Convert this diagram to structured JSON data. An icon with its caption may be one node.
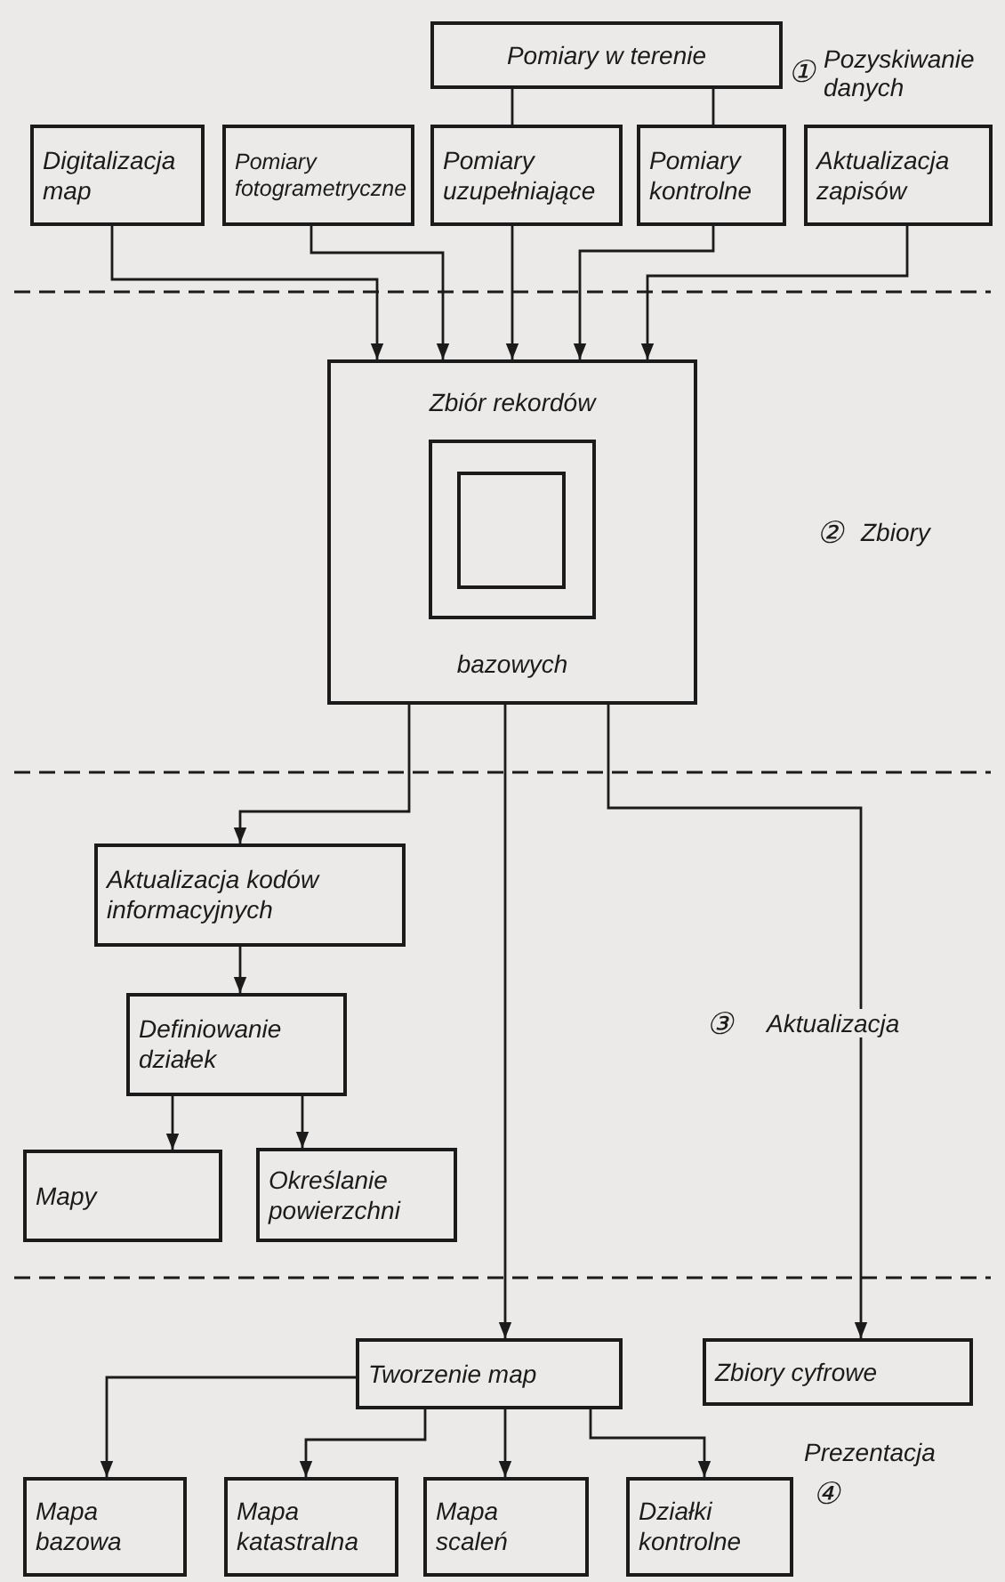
{
  "diagram": {
    "nodes": [
      {
        "text": [
          "Pomiary w terenie"
        ]
      },
      {
        "text": [
          "Digitalizacja map"
        ]
      },
      {
        "text": [
          "Pomiary fotogrametryczne"
        ]
      },
      {
        "text": [
          "Pomiary uzupełniające"
        ]
      },
      {
        "text": [
          "Pomiary kontrolne"
        ]
      },
      {
        "text": [
          "Aktualizacja zapisów"
        ]
      },
      {
        "text": [
          "Zbiór rekordów",
          "bazowych"
        ]
      },
      {
        "text": [],
        "shape": "box",
        "in": 6
      },
      {
        "text": [],
        "shape": "box",
        "in": 7
      },
      {
        "text": [
          "Aktualizacja kodów informacyjnych"
        ]
      },
      {
        "text": [
          "Definiowanie działek"
        ]
      },
      {
        "text": [
          "Mapy"
        ]
      },
      {
        "text": [
          "Określanie powierzchni"
        ]
      },
      {
        "text": [
          "Tworzenie map"
        ]
      },
      {
        "text": [
          "Zbiory cyfrowe"
        ]
      },
      {
        "text": [
          "Mapa bazowa"
        ]
      },
      {
        "text": [
          "Mapa katastralna"
        ]
      },
      {
        "text": [
          "Mapa scaleń"
        ]
      },
      {
        "text": [
          "Działki kontrolne"
        ]
      }
    ],
    "edges": [
      {
        "from": 0,
        "to": 3,
        "arrow": "none"
      },
      {
        "from": 0,
        "to": 4,
        "arrow": "none"
      },
      {
        "from": 1,
        "to": 6,
        "arrow": "to"
      },
      {
        "from": 2,
        "to": 6,
        "arrow": "to"
      },
      {
        "from": 3,
        "to": 6,
        "arrow": "to"
      },
      {
        "from": 4,
        "to": 6,
        "arrow": "to"
      },
      {
        "from": 5,
        "to": 6,
        "arrow": "to"
      },
      {
        "from": 6,
        "to": 9,
        "arrow": "to"
      },
      {
        "from": 6,
        "to": 13,
        "arrow": "to"
      },
      {
        "from": 6,
        "to": 14,
        "arrow": "to"
      },
      {
        "from": 9,
        "to": 10,
        "arrow": "to"
      },
      {
        "from": 10,
        "to": 11,
        "arrow": "to"
      },
      {
        "from": 10,
        "to": 12,
        "arrow": "to"
      },
      {
        "from": 13,
        "to": 15,
        "arrow": "to"
      },
      {
        "from": 13,
        "to": 16,
        "arrow": "to"
      },
      {
        "from": 13,
        "to": 17,
        "arrow": "to"
      },
      {
        "from": 13,
        "to": 18,
        "arrow": "to"
      }
    ],
    "labels": [
      "①",
      "Pozyskiwanie danych",
      "②",
      "Zbiory",
      "③",
      "Aktualizacja",
      "Prezentacja",
      "④"
    ]
  }
}
